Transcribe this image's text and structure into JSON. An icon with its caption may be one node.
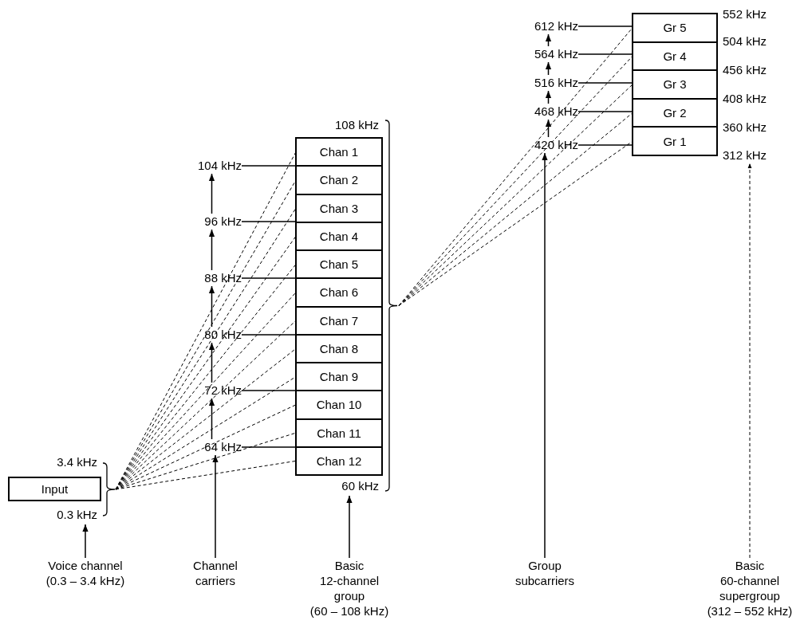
{
  "diagram": {
    "nodes": [
      {
        "text": [
          "3.4 kHz",
          "Input",
          "0.3 kHz"
        ]
      },
      {
        "text": [
          "108 kHz",
          "60 kHz"
        ]
      },
      {
        "text": [
          "Chan 1"
        ],
        "in": 1
      },
      {
        "text": [
          "Chan 2"
        ],
        "in": 1
      },
      {
        "text": [
          "Chan 3"
        ],
        "in": 1
      },
      {
        "text": [
          "Chan 4"
        ],
        "in": 1
      },
      {
        "text": [
          "Chan 5"
        ],
        "in": 1
      },
      {
        "text": [
          "Chan 6"
        ],
        "in": 1
      },
      {
        "text": [
          "Chan 7"
        ],
        "in": 1
      },
      {
        "text": [
          "Chan 8"
        ],
        "in": 1
      },
      {
        "text": [
          "Chan 9"
        ],
        "in": 1
      },
      {
        "text": [
          "Chan 10"
        ],
        "in": 1
      },
      {
        "text": [
          "Chan 11"
        ],
        "in": 1
      },
      {
        "text": [
          "Chan 12"
        ],
        "in": 1
      },
      {
        "text": [
          "104 kHz"
        ]
      },
      {
        "text": [
          "96 kHz"
        ]
      },
      {
        "text": [
          "88 kHz"
        ]
      },
      {
        "text": [
          "80 kHz"
        ]
      },
      {
        "text": [
          "72 kHz"
        ]
      },
      {
        "text": [
          "64 kHz"
        ]
      },
      {
        "text": [
          "552 kHz",
          "504 kHz",
          "456 kHz",
          "408 kHz",
          "360 kHz",
          "312 kHz"
        ]
      },
      {
        "text": [
          "Gr 5"
        ],
        "in": 20
      },
      {
        "text": [
          "Gr 4"
        ],
        "in": 20
      },
      {
        "text": [
          "Gr 3"
        ],
        "in": 20
      },
      {
        "text": [
          "Gr 2"
        ],
        "in": 20
      },
      {
        "text": [
          "Gr 1"
        ],
        "in": 20
      },
      {
        "text": [
          "612 kHz"
        ]
      },
      {
        "text": [
          "564 kHz"
        ]
      },
      {
        "text": [
          "516 kHz"
        ]
      },
      {
        "text": [
          "468 kHz"
        ]
      },
      {
        "text": [
          "420 kHz"
        ]
      },
      {
        "text": [
          "Voice channel (0.3 – 3.4 kHz)"
        ]
      },
      {
        "text": [
          "Channel carriers"
        ]
      },
      {
        "text": [
          "Basic 12-channel group (60 – 108 kHz)"
        ]
      },
      {
        "text": [
          "Group subcarriers"
        ]
      },
      {
        "text": [
          "Basic 60-channel supergroup (312 – 552 kHz)"
        ]
      }
    ],
    "edges": [
      {
        "from": 0,
        "to": 2,
        "arrow": "none",
        "style": "dashed"
      },
      {
        "from": 0,
        "to": 3,
        "arrow": "none",
        "style": "dashed"
      },
      {
        "from": 0,
        "to": 4,
        "arrow": "none",
        "style": "dashed"
      },
      {
        "from": 0,
        "to": 5,
        "arrow": "none",
        "style": "dashed"
      },
      {
        "from": 0,
        "to": 6,
        "arrow": "none",
        "style": "dashed"
      },
      {
        "from": 0,
        "to": 7,
        "arrow": "none",
        "style": "dashed"
      },
      {
        "from": 0,
        "to": 8,
        "arrow": "none",
        "style": "dashed"
      },
      {
        "from": 0,
        "to": 9,
        "arrow": "none",
        "style": "dashed"
      },
      {
        "from": 0,
        "to": 10,
        "arrow": "none",
        "style": "dashed"
      },
      {
        "from": 0,
        "to": 11,
        "arrow": "none",
        "style": "dashed"
      },
      {
        "from": 0,
        "to": 12,
        "arrow": "none",
        "style": "dashed"
      },
      {
        "from": 0,
        "to": 13,
        "arrow": "none",
        "style": "dashed"
      },
      {
        "from": 14,
        "to": 1,
        "arrow": "none"
      },
      {
        "from": 15,
        "to": 1,
        "arrow": "none"
      },
      {
        "from": 16,
        "to": 1,
        "arrow": "none"
      },
      {
        "from": 17,
        "to": 1,
        "arrow": "none"
      },
      {
        "from": 18,
        "to": 1,
        "arrow": "none"
      },
      {
        "from": 19,
        "to": 1,
        "arrow": "none"
      },
      {
        "from": 1,
        "to": 21,
        "arrow": "none",
        "style": "dashed"
      },
      {
        "from": 1,
        "to": 22,
        "arrow": "none",
        "style": "dashed"
      },
      {
        "from": 1,
        "to": 23,
        "arrow": "none",
        "style": "dashed"
      },
      {
        "from": 1,
        "to": 24,
        "arrow": "none",
        "style": "dashed"
      },
      {
        "from": 1,
        "to": 25,
        "arrow": "none",
        "style": "dashed"
      },
      {
        "from": 26,
        "to": 21,
        "arrow": "none"
      },
      {
        "from": 27,
        "to": 22,
        "arrow": "none"
      },
      {
        "from": 28,
        "to": 23,
        "arrow": "none"
      },
      {
        "from": 29,
        "to": 24,
        "arrow": "none"
      },
      {
        "from": 30,
        "to": 25,
        "arrow": "none"
      },
      {
        "from": 31,
        "to": 0,
        "arrow": "to"
      },
      {
        "from": 32,
        "to": 19,
        "arrow": "to"
      },
      {
        "from": 19,
        "to": 18,
        "arrow": "to"
      },
      {
        "from": 18,
        "to": 17,
        "arrow": "to"
      },
      {
        "from": 17,
        "to": 16,
        "arrow": "to"
      },
      {
        "from": 16,
        "to": 15,
        "arrow": "to"
      },
      {
        "from": 15,
        "to": 14,
        "arrow": "to"
      },
      {
        "from": 33,
        "to": 1,
        "arrow": "to"
      },
      {
        "from": 34,
        "to": 30,
        "arrow": "to"
      },
      {
        "from": 30,
        "to": 29,
        "arrow": "to"
      },
      {
        "from": 29,
        "to": 28,
        "arrow": "to"
      },
      {
        "from": 28,
        "to": 27,
        "arrow": "to"
      },
      {
        "from": 27,
        "to": 26,
        "arrow": "to"
      },
      {
        "from": 35,
        "to": 20,
        "arrow": "to",
        "style": "dashed"
      }
    ]
  }
}
